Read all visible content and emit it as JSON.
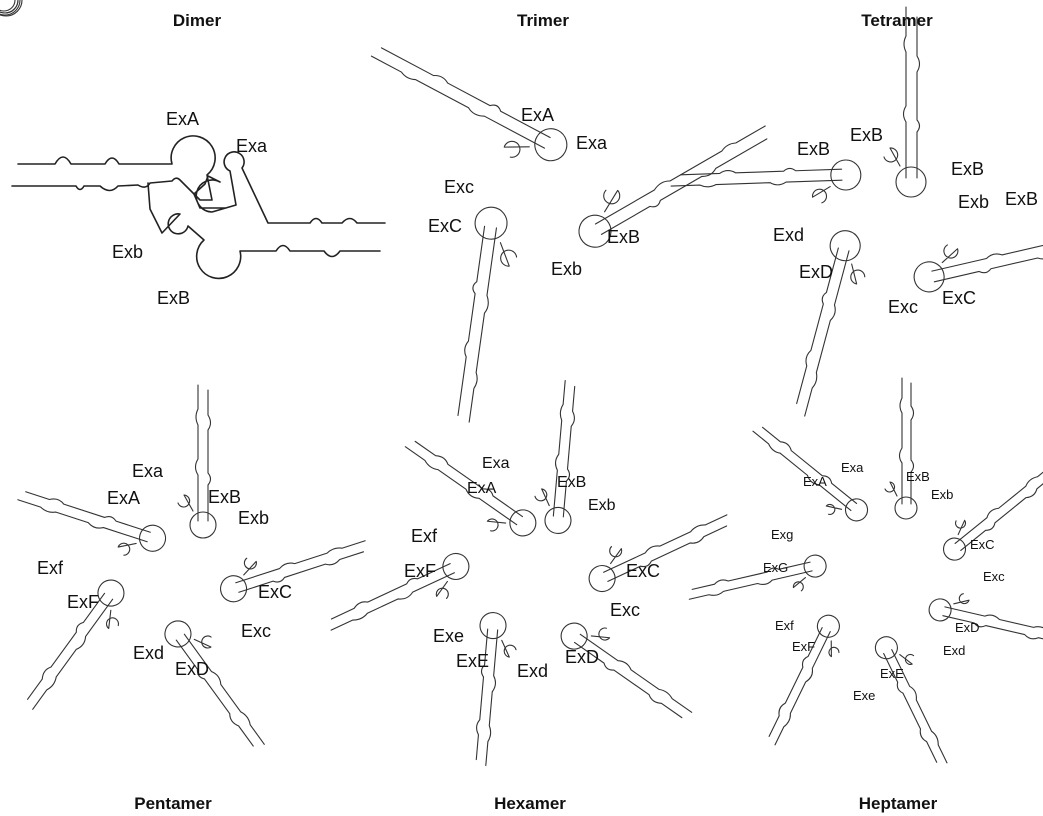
{
  "panels": [
    {
      "id": "dimer",
      "title": "Dimer",
      "labels": [
        "ExA",
        "Exa",
        "Exb",
        "ExB"
      ]
    },
    {
      "id": "trimer",
      "title": "Trimer",
      "labels": [
        "ExA",
        "Exa",
        "Exc",
        "ExC",
        "ExB",
        "Exb"
      ]
    },
    {
      "id": "tetramer",
      "title": "Tetramer",
      "labels": [
        "ExB",
        "ExB",
        "ExB",
        "ExB",
        "Exb",
        "Exd",
        "ExD",
        "Exc",
        "ExC"
      ]
    },
    {
      "id": "pentamer",
      "title": "Pentamer",
      "labels": [
        "Exa",
        "ExA",
        "ExB",
        "Exb",
        "Exf",
        "ExF",
        "ExC",
        "Exc",
        "Exd",
        "ExD"
      ]
    },
    {
      "id": "hexamer",
      "title": "Hexamer",
      "labels": [
        "Exa",
        "ExA",
        "ExB",
        "Exb",
        "Exf",
        "ExF",
        "ExC",
        "Exc",
        "Exe",
        "ExE",
        "Exd",
        "ExD"
      ]
    },
    {
      "id": "heptamer",
      "title": "Heptamer",
      "labels": [
        "ExA",
        "Exa",
        "ExB",
        "Exb",
        "Exg",
        "ExC",
        "ExG",
        "Exc",
        "Exf",
        "ExF",
        "ExD",
        "Exd",
        "ExE",
        "Exe"
      ]
    }
  ]
}
